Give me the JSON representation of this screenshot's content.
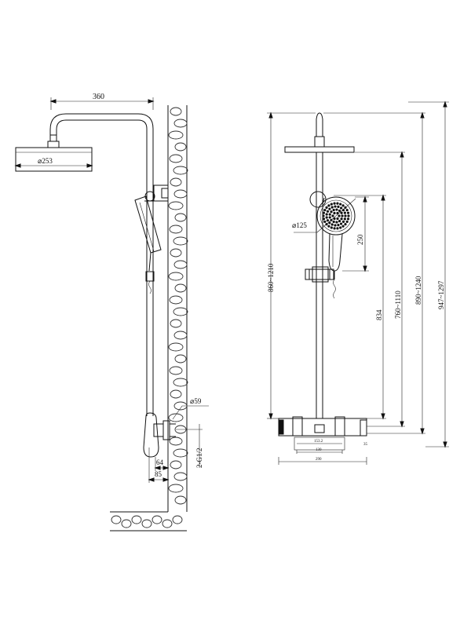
{
  "side_view": {
    "labels": {
      "arm_reach": "360",
      "head_diameter": "⌀253",
      "inlet_diameter": "⌀59",
      "inlet_thread": "2-G1/2",
      "offset_inner": "64",
      "offset_outer": "85"
    }
  },
  "front_view": {
    "labels": {
      "handset_diameter": "⌀125",
      "handset_height": "250",
      "overall_height": "860~1210",
      "holder_height": "834",
      "slider_height": "760~1110",
      "arm_height": "890~1240",
      "top_height": "947~1297",
      "bar_width": "290",
      "bar_inner": "130",
      "bar_center": "153.2"
    }
  }
}
